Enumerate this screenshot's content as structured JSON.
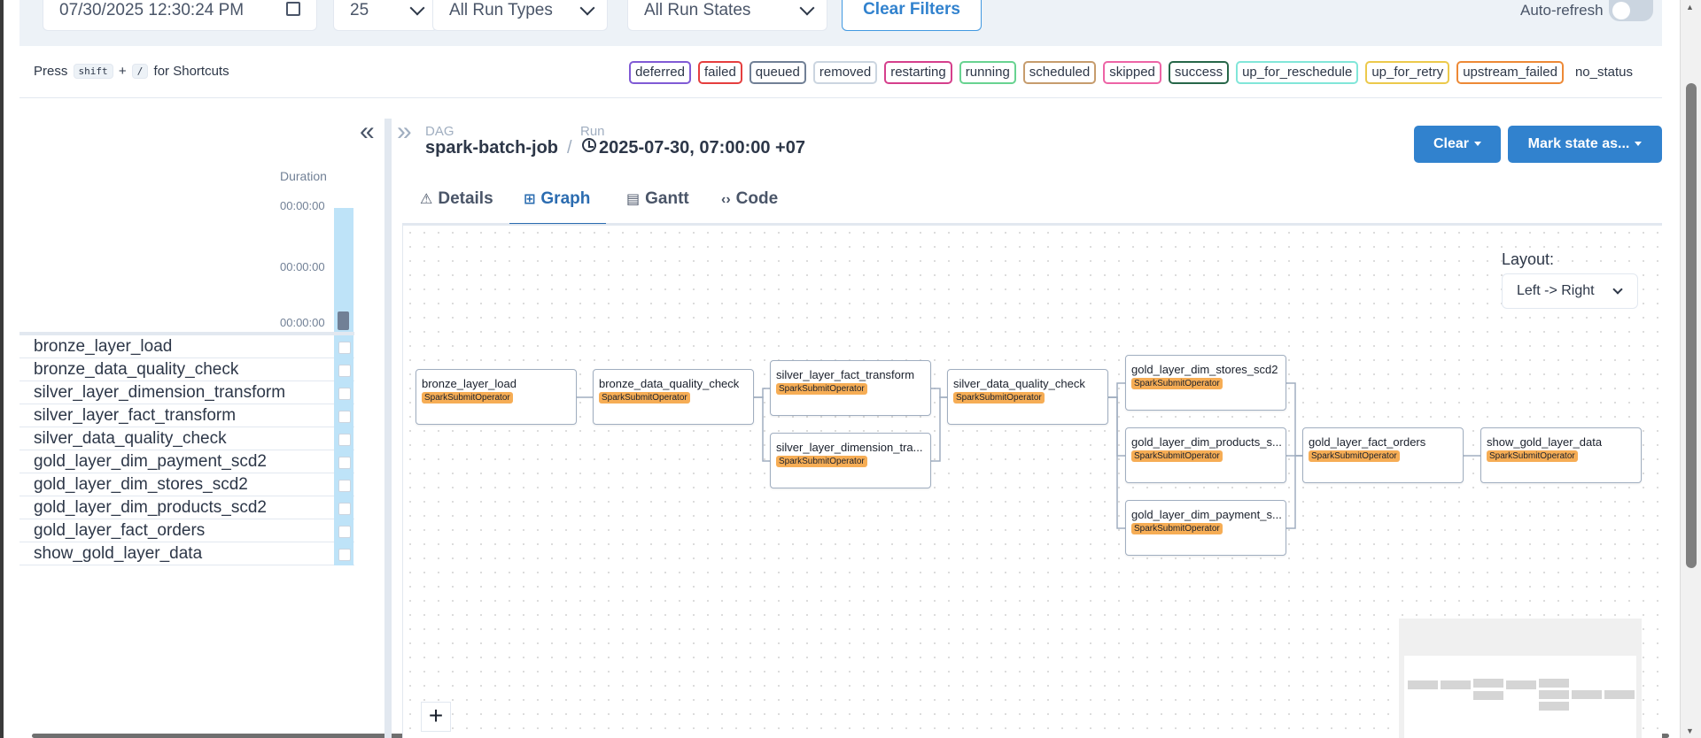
{
  "filters": {
    "date": "07/30/2025 12:30:24 PM",
    "limit": "25",
    "run_type": "All Run Types",
    "run_state": "All Run States",
    "clear_label": "Clear Filters",
    "autorefresh_label": "Auto-refresh"
  },
  "shortcuts": {
    "press": "Press",
    "key1": "shift",
    "plus": "+",
    "key2": "/",
    "suffix": "for Shortcuts"
  },
  "legend": [
    {
      "label": "deferred",
      "color": "#805ad5"
    },
    {
      "label": "failed",
      "color": "#e53e3e"
    },
    {
      "label": "queued",
      "color": "#718096"
    },
    {
      "label": "removed",
      "color": "#cbd5e0"
    },
    {
      "label": "restarting",
      "color": "#d53f8c"
    },
    {
      "label": "running",
      "color": "#68d391"
    },
    {
      "label": "scheduled",
      "color": "#c69c6d"
    },
    {
      "label": "skipped",
      "color": "#ed64a6"
    },
    {
      "label": "success",
      "color": "#276749"
    },
    {
      "label": "up_for_reschedule",
      "color": "#81e6d9"
    },
    {
      "label": "up_for_retry",
      "color": "#ecc94b"
    },
    {
      "label": "upstream_failed",
      "color": "#ed8936"
    },
    {
      "label": "no_status",
      "color": "transparent"
    }
  ],
  "grid": {
    "collapse_icon": "«",
    "duration_label": "Duration",
    "duration_ticks": [
      "00:00:00",
      "00:00:00",
      "00:00:00"
    ],
    "tasks": [
      "bronze_layer_load",
      "bronze_data_quality_check",
      "silver_layer_dimension_transform",
      "silver_layer_fact_transform",
      "silver_data_quality_check",
      "gold_layer_dim_payment_scd2",
      "gold_layer_dim_stores_scd2",
      "gold_layer_dim_products_scd2",
      "gold_layer_fact_orders",
      "show_gold_layer_data"
    ]
  },
  "header": {
    "expand_icon": "»",
    "dag_label": "DAG",
    "dag_id": "spark-batch-job",
    "separator": "/",
    "run_label": "Run",
    "run_id": "2025-07-30, 07:00:00 +07",
    "clear_button": "Clear",
    "mark_button": "Mark state as..."
  },
  "tabs": [
    {
      "label": "Details",
      "icon": "⚠"
    },
    {
      "label": "Graph",
      "icon": "⊞"
    },
    {
      "label": "Gantt",
      "icon": "▤"
    },
    {
      "label": "Code",
      "icon": "‹›"
    }
  ],
  "graph": {
    "layout_label": "Layout:",
    "layout_value": "Left -> Right",
    "zoom_in": "+",
    "nodes": [
      {
        "id": "bronze_layer_load",
        "label": "bronze_layer_load",
        "operator": "SparkSubmitOperator"
      },
      {
        "id": "bronze_data_quality_check",
        "label": "bronze_data_quality_check",
        "operator": "SparkSubmitOperator"
      },
      {
        "id": "silver_layer_fact_transform",
        "label": "silver_layer_fact_transform",
        "operator": "SparkSubmitOperator"
      },
      {
        "id": "silver_layer_dimension_transform",
        "label": "silver_layer_dimension_tra...",
        "operator": "SparkSubmitOperator"
      },
      {
        "id": "silver_data_quality_check",
        "label": "silver_data_quality_check",
        "operator": "SparkSubmitOperator"
      },
      {
        "id": "gold_layer_dim_stores_scd2",
        "label": "gold_layer_dim_stores_scd2",
        "operator": "SparkSubmitOperator"
      },
      {
        "id": "gold_layer_dim_products_scd2",
        "label": "gold_layer_dim_products_s...",
        "operator": "SparkSubmitOperator"
      },
      {
        "id": "gold_layer_dim_payment_scd2",
        "label": "gold_layer_dim_payment_s...",
        "operator": "SparkSubmitOperator"
      },
      {
        "id": "gold_layer_fact_orders",
        "label": "gold_layer_fact_orders",
        "operator": "SparkSubmitOperator"
      },
      {
        "id": "show_gold_layer_data",
        "label": "show_gold_layer_data",
        "operator": "SparkSubmitOperator"
      }
    ]
  }
}
